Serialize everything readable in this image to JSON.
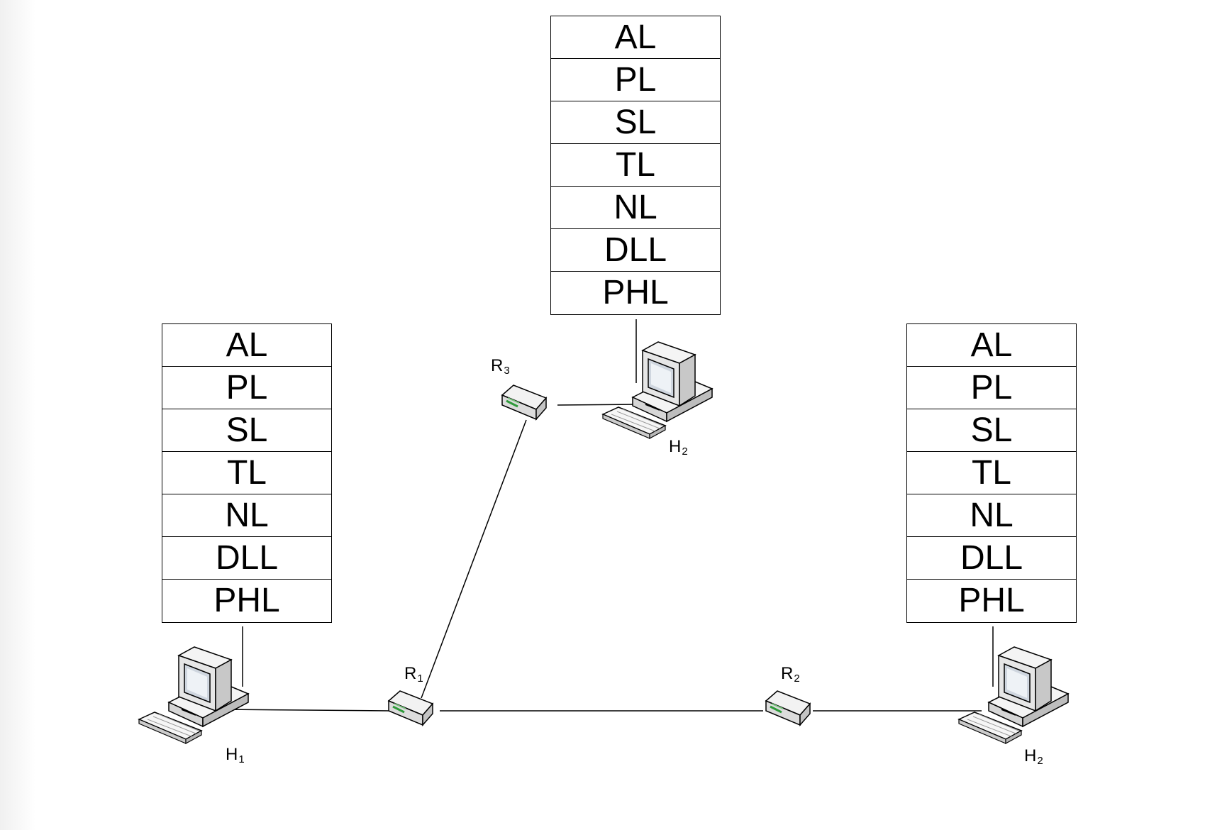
{
  "stacks": {
    "top": {
      "layers": [
        "AL",
        "PL",
        "SL",
        "TL",
        "NL",
        "DLL",
        "PHL"
      ]
    },
    "left": {
      "layers": [
        "AL",
        "PL",
        "SL",
        "TL",
        "NL",
        "DLL",
        "PHL"
      ]
    },
    "right": {
      "layers": [
        "AL",
        "PL",
        "SL",
        "TL",
        "NL",
        "DLL",
        "PHL"
      ]
    }
  },
  "labels": {
    "h1": {
      "base": "H",
      "sub": "1"
    },
    "h2_top": {
      "base": "H",
      "sub": "2"
    },
    "h2_right": {
      "base": "H",
      "sub": "2"
    },
    "r1": {
      "base": "R",
      "sub": "1"
    },
    "r2": {
      "base": "R",
      "sub": "2"
    },
    "r3": {
      "base": "R",
      "sub": "3"
    }
  },
  "icons": [
    "computer-icon",
    "router-icon"
  ]
}
